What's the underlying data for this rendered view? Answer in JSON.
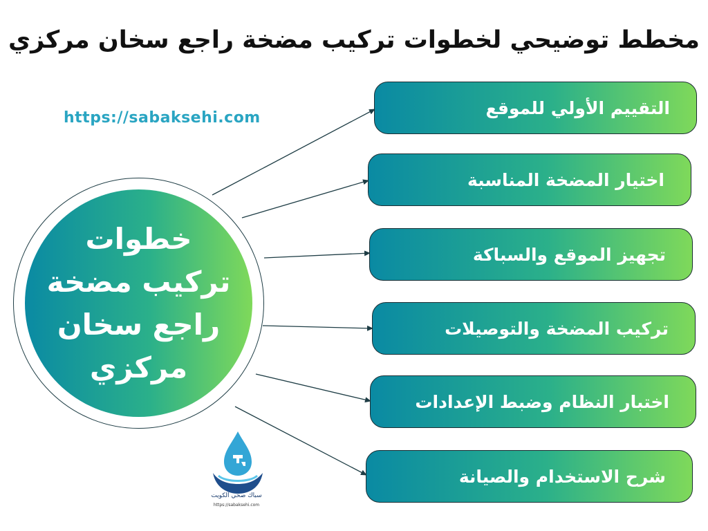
{
  "title": "مخطط توضيحي لخطوات تركيب مضخة راجع سخان مركزي",
  "website_url": "https://sabaksehi.com",
  "hub": {
    "lines": [
      "خطوات",
      "تركيب مضخة",
      "راجع سخان",
      "مركزي"
    ]
  },
  "steps": [
    {
      "label": "التقييم الأولي للموقع"
    },
    {
      "label": "اختيار المضخة المناسبة"
    },
    {
      "label": "تجهيز الموقع والسباكة"
    },
    {
      "label": "تركيب المضخة والتوصيلات"
    },
    {
      "label": "اختبار النظام وضبط الإعدادات"
    },
    {
      "label": "شرح الاستخدام والصيانة"
    }
  ],
  "logo": {
    "brand": "سباك صحي الكويت",
    "url": "https://sabaksehi.com",
    "icon": "water-drop-faucet-icon"
  },
  "colors": {
    "gradient_start": "#0a8aa3",
    "gradient_mid": "#2bb08a",
    "gradient_end": "#7fd95a",
    "url_text": "#2aa5c2",
    "line": "#1e3d45"
  }
}
